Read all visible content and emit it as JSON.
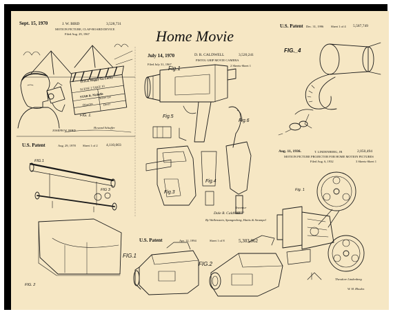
{
  "poster": {
    "title": "Home Movie"
  },
  "patents": {
    "bird": {
      "date": "Sept. 15, 1970",
      "inventor": "J. W. BIRD",
      "number": "3,528,731",
      "subtitle": "MOTION PICTURE, CLAP-BOARD DEVICE",
      "filed": "Filed Aug. 29, 1967",
      "fig": "FIG. 1.",
      "inventor_label": "JOSEPH W. BIRD",
      "signature": "Howard Schaffer",
      "slate": {
        "line1": "TITLE Happy Go Lucky",
        "line2": "SCENE 2  TAKE 10",
        "line3": "STAR R. Nickolls",
        "line4": "Silver Liz",
        "line5": "Director",
        "line6": "Devil"
      }
    },
    "caldwell": {
      "date": "July 14, 1970",
      "inventor": "D. R. CALDWELL",
      "number": "3,520,241",
      "subtitle": "PISTOL GRIP MOVIE CAMERA",
      "filed": "Filed July 31, 1967",
      "sheets": "2 Sheets-Sheet 1",
      "fig_a": "Fig.1",
      "fig_b": "Fig.5",
      "fig_c": "Fig.6",
      "fig_d": "Fig.3",
      "fig_e": "Fig.4",
      "inventor_label": "Inventor",
      "inventor_sig": "Dale R. Caldwell",
      "attorney": "By Wallenstein, Spangenberg, Hattis & Strampel"
    },
    "us_3": {
      "label": "U.S. Patent",
      "date": "Dec. 31, 1996",
      "sheet": "Sheet 1 of 4",
      "number": "5,587,749",
      "fig": "FIG._4"
    },
    "us_1978": {
      "label": "U.S. Patent",
      "date": "Aug. 29, 1978",
      "sheet": "Sheet 1 of 2",
      "number": "4,110,003",
      "fig_a": "FIG.1",
      "fig_b": "FIG 3",
      "fig_c": "FIG. 2"
    },
    "us_1994": {
      "label": "U.S. Patent",
      "date": "Apr. 12, 1994",
      "sheet": "Sheet 1 of 8",
      "number": "5,303,062",
      "fig_a": "FIG.1",
      "fig_b": "FIG.2"
    },
    "lindenberg": {
      "date": "Aug. 11, 1936.",
      "inventor": "T. LINDENBERG, JR",
      "number": "2,050,494",
      "subtitle": "MOTION PICTURE PROJECTOR FOR HOME MOTION PICTURES",
      "filed": "Filed Aug. 6, 1932",
      "sheets": "3 Sheets-Sheet 1",
      "fig": "Fig. 1",
      "inventor_sig": "Theodore Lindenberg",
      "attorney_sig": "W. H. Rhodes"
    }
  }
}
